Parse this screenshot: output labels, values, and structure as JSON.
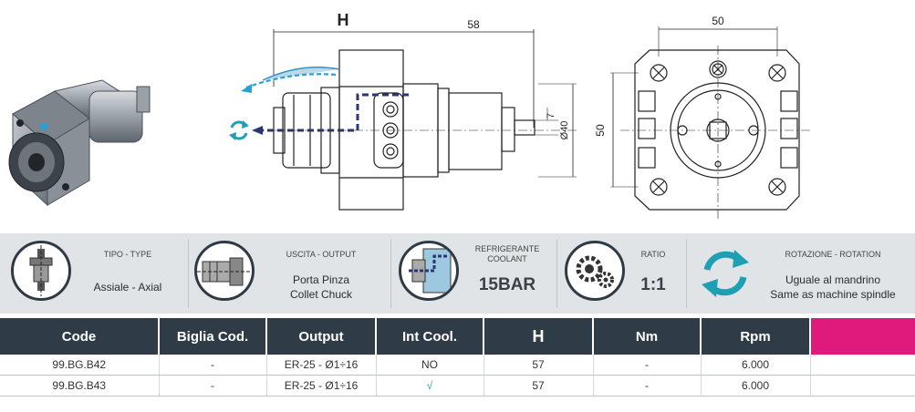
{
  "drawing": {
    "dim_h": "H",
    "dim_58": "58",
    "dim_7": "7",
    "dim_d40": "Ø40",
    "dim_50_top": "50",
    "dim_50_side": "50"
  },
  "specs": {
    "type": {
      "label": "TIPO - TYPE",
      "value": "Assiale - Axial"
    },
    "output": {
      "label": "USCITA - OUTPUT",
      "value_line1": "Porta Pinza",
      "value_line2": "Collet Chuck"
    },
    "coolant": {
      "label_line1": "REFRIGERANTE",
      "label_line2": "COOLANT",
      "value": "15BAR"
    },
    "ratio": {
      "label": "RATIO",
      "value": "1:1"
    },
    "rotation": {
      "label": "ROTAZIONE - ROTATION",
      "value_line1": "Uguale al mandrino",
      "value_line2": "Same as machine spindle"
    }
  },
  "table": {
    "headers": [
      "Code",
      "Biglia Cod.",
      "Output",
      "Int Cool.",
      "H",
      "Nm",
      "Rpm",
      ""
    ],
    "rows": [
      [
        "99.BG.B42",
        "-",
        "ER-25 - Ø1÷16",
        "NO",
        "57",
        "-",
        "6.000",
        ""
      ],
      [
        "99.BG.B43",
        "-",
        "ER-25 - Ø1÷16",
        "√",
        "57",
        "-",
        "6.000",
        ""
      ]
    ]
  },
  "colors": {
    "header_bg": "#2f3b47",
    "accent_pink": "#e0197d",
    "teal": "#1e9fb4",
    "spec_bg": "#e1e4e6"
  }
}
